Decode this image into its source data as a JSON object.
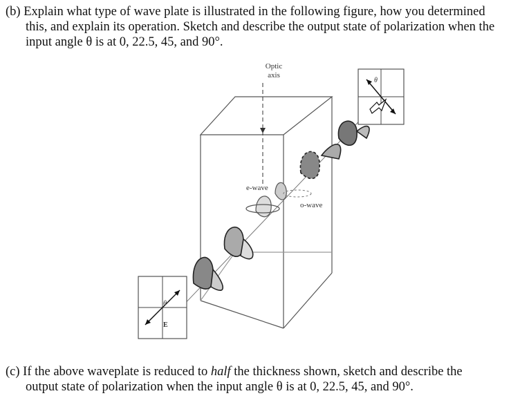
{
  "question_b": {
    "lines": [
      "(b) Explain what type of wave plate is illustrated in the following figure, how you determined",
      "this, and explain its operation. Sketch and describe the output state of polarization when the",
      "input angle θ is at 0, 22.5, 45, and 90°."
    ]
  },
  "figure": {
    "optic_axis_line1": "Optic",
    "optic_axis_line2": "axis",
    "e_wave_label": "e-wave",
    "o_wave_label": "o-wave",
    "theta_input": "θ",
    "e_vector": "E⃗",
    "theta_output": "θ"
  },
  "question_c": {
    "line1_before": "(c) If the above waveplate is reduced to ",
    "line1_italic": "half",
    "line1_after": " the thickness shown, sketch and describe the",
    "line2": "output state of polarization when the input angle θ is at 0, 22.5, 45, and 90°."
  }
}
